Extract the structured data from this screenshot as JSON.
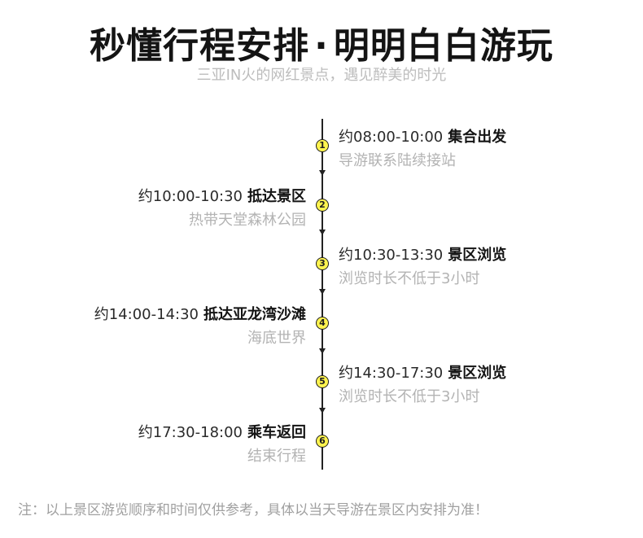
{
  "header": {
    "title_left": "秒懂行程安排",
    "title_dot": "·",
    "title_right": "明明白白游玩",
    "subtitle": "三亚IN火的网红景点，遇见醉美的时光"
  },
  "timeline": {
    "events": [
      {
        "number": "1",
        "time": "约08:00-10:00",
        "place": "集合出发",
        "detail": "导游联系陆续接站"
      },
      {
        "number": "2",
        "time": "约10:00-10:30",
        "place": "抵达景区",
        "detail": "热带天堂森林公园"
      },
      {
        "number": "3",
        "time": "约10:30-13:30",
        "place": "景区浏览",
        "detail": "浏览时长不低于3小时"
      },
      {
        "number": "4",
        "time": "约14:00-14:30",
        "place": "抵达亚龙湾沙滩",
        "detail": "海底世界"
      },
      {
        "number": "5",
        "time": "约14:30-17:30",
        "place": "景区浏览",
        "detail": "浏览时长不低于3小时"
      },
      {
        "number": "6",
        "time": "约17:30-18:00",
        "place": "乘车返回",
        "detail": "结束行程"
      }
    ]
  },
  "footnote": "注：以上景区游览顺序和时间仅供参考，具体以当天导游在景区内安排为准！",
  "colors": {
    "marker_fill": "#fff44f",
    "line": "#222222",
    "detail_text": "#b3b3b3"
  }
}
